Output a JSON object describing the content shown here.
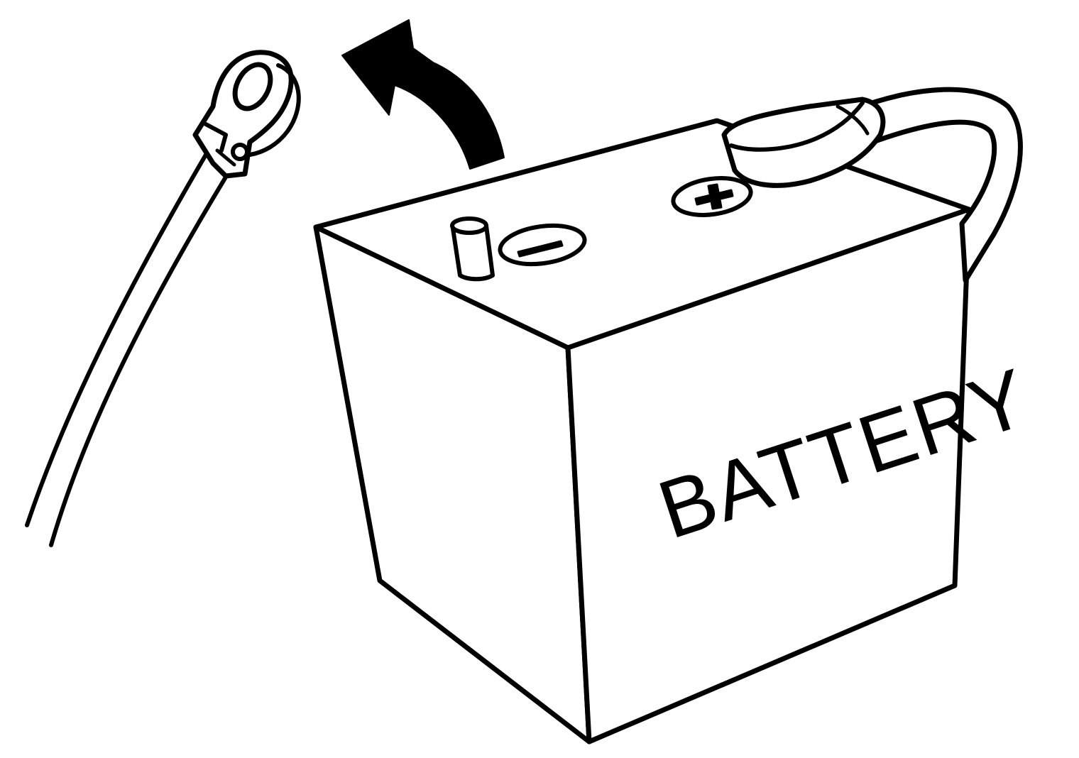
{
  "figure": {
    "battery_label": "BATTERY",
    "colors": {
      "ink": "#000000",
      "background": "#ffffff"
    },
    "icons": {
      "removal_arrow": "curved-arrow-up-left",
      "negative_terminal": "minus-sign",
      "positive_terminal": "plus-sign"
    }
  }
}
